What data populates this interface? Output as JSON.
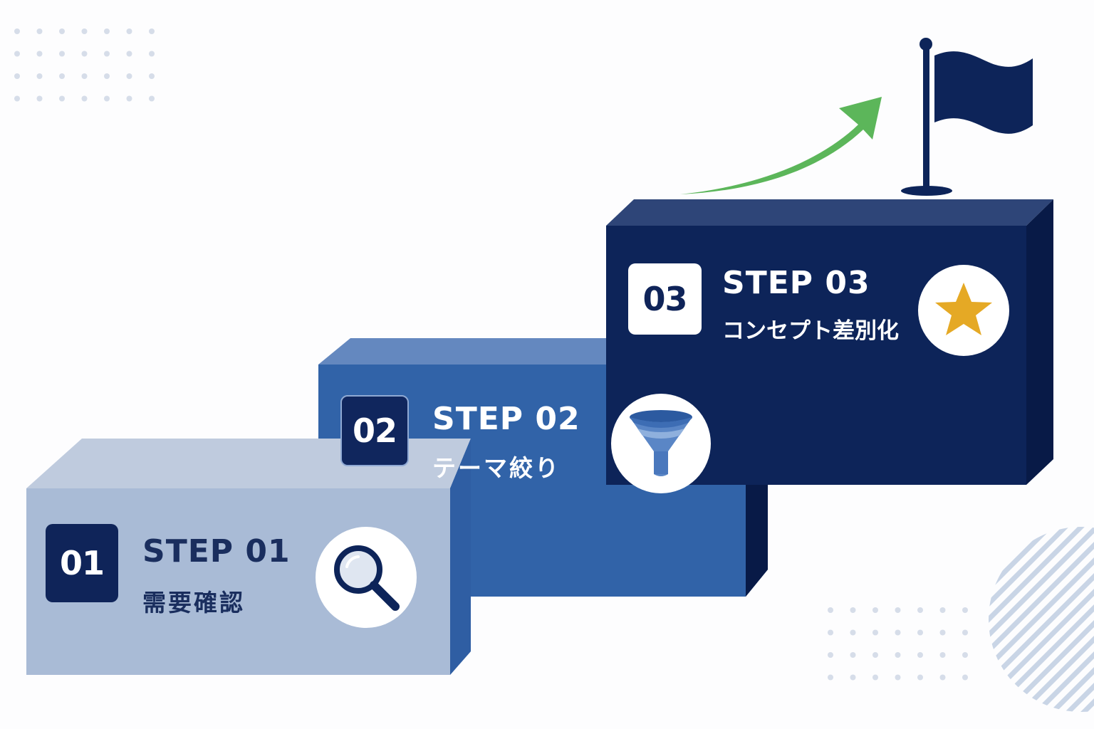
{
  "steps": [
    {
      "number": "01",
      "title": "STEP 01",
      "subtitle": "需要確認",
      "icon": "magnifier-icon"
    },
    {
      "number": "02",
      "title": "STEP 02",
      "subtitle": "テーマ絞り",
      "icon": "funnel-icon"
    },
    {
      "number": "03",
      "title": "STEP 03",
      "subtitle": "コンセプト差別化",
      "icon": "star-icon"
    }
  ],
  "goal": {
    "icon": "flag-icon",
    "arrow_icon": "growth-arrow-icon"
  },
  "colors": {
    "step1": "#a9bbd6",
    "step2": "#3163a8",
    "step3": "#0d2459",
    "arrow": "#5cb65a",
    "star": "#e5a925",
    "text_dark": "#1a2e5e"
  }
}
